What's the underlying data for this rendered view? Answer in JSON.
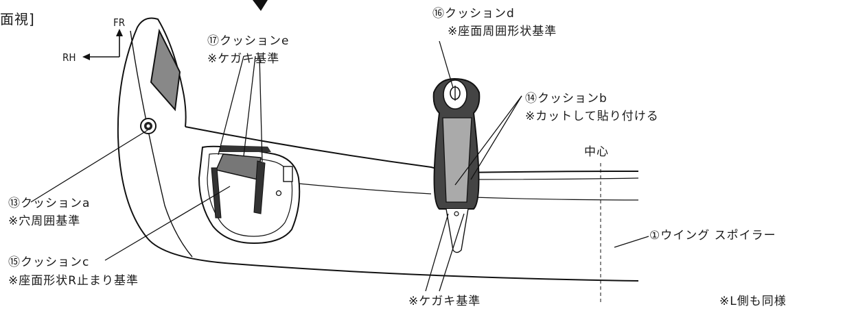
{
  "view_label": "面視]",
  "direction": {
    "front": "FR",
    "right": "RH"
  },
  "callouts": {
    "cushion_a": {
      "name": "⑬クッションa",
      "note": "※穴周囲基準"
    },
    "cushion_b": {
      "name": "⑭クッションb",
      "note": "※カットして貼り付ける"
    },
    "cushion_c": {
      "name": "⑮クッションc",
      "note": "※座面形状R止まり基準"
    },
    "cushion_d": {
      "name": "⑯クッションd",
      "note": "※座面周囲形状基準"
    },
    "cushion_e": {
      "name": "⑰クッションe",
      "note": "※ケガキ基準"
    },
    "marking_reference": "※ケガキ基準",
    "wing_spoiler": "①ウイング スポイラー",
    "center": "中心",
    "left_side_same": "※L側も同様"
  }
}
